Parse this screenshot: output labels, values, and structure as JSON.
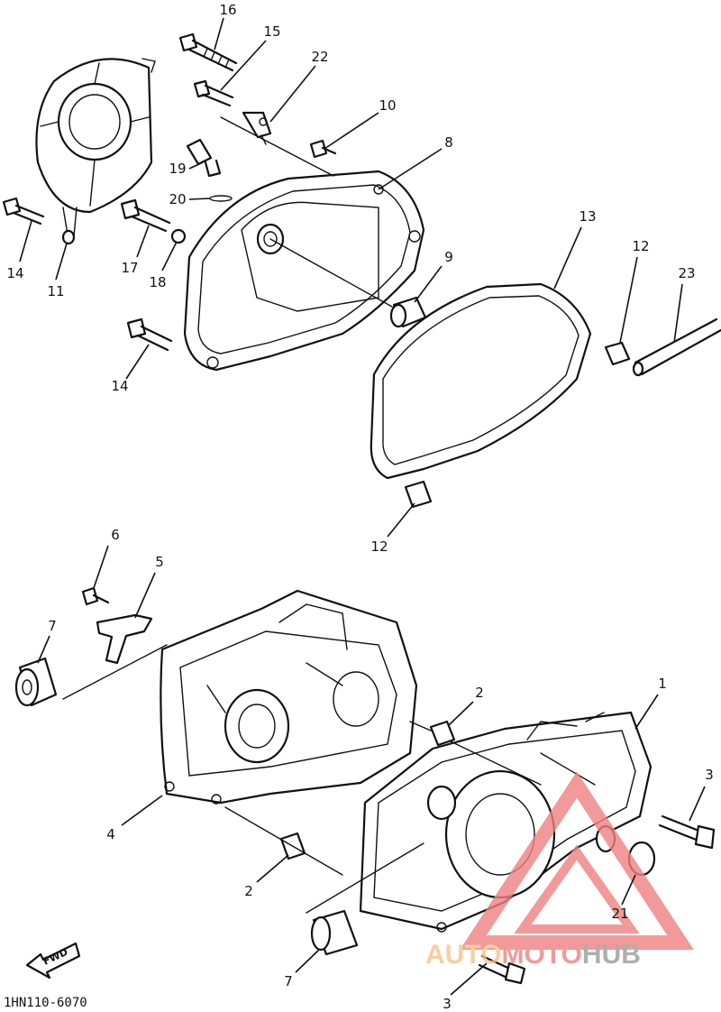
{
  "diagram": {
    "callouts": [
      {
        "id": "c16",
        "label": "16"
      },
      {
        "id": "c15",
        "label": "15"
      },
      {
        "id": "c22",
        "label": "22"
      },
      {
        "id": "c10",
        "label": "10"
      },
      {
        "id": "c8",
        "label": "8"
      },
      {
        "id": "c19",
        "label": "19"
      },
      {
        "id": "c20",
        "label": "20"
      },
      {
        "id": "c14a",
        "label": "14"
      },
      {
        "id": "c11",
        "label": "11"
      },
      {
        "id": "c17",
        "label": "17"
      },
      {
        "id": "c18",
        "label": "18"
      },
      {
        "id": "c9",
        "label": "9"
      },
      {
        "id": "c13",
        "label": "13"
      },
      {
        "id": "c12a",
        "label": "12"
      },
      {
        "id": "c23",
        "label": "23"
      },
      {
        "id": "c14b",
        "label": "14"
      },
      {
        "id": "c12b",
        "label": "12"
      },
      {
        "id": "c6",
        "label": "6"
      },
      {
        "id": "c5",
        "label": "5"
      },
      {
        "id": "c7a",
        "label": "7"
      },
      {
        "id": "c2a",
        "label": "2"
      },
      {
        "id": "c1",
        "label": "1"
      },
      {
        "id": "c3a",
        "label": "3"
      },
      {
        "id": "c4",
        "label": "4"
      },
      {
        "id": "c2b",
        "label": "2"
      },
      {
        "id": "c21",
        "label": "21"
      },
      {
        "id": "c7b",
        "label": "7"
      },
      {
        "id": "c3b",
        "label": "3"
      }
    ],
    "diagram_code": "1HN110-6070",
    "fwd_label": "FWD",
    "watermark": {
      "part1": "AUTO",
      "part2": "MOTO",
      "part3": "HUB",
      "color_primary": "#f08080",
      "color_secondary": "#9a9a9a"
    }
  }
}
